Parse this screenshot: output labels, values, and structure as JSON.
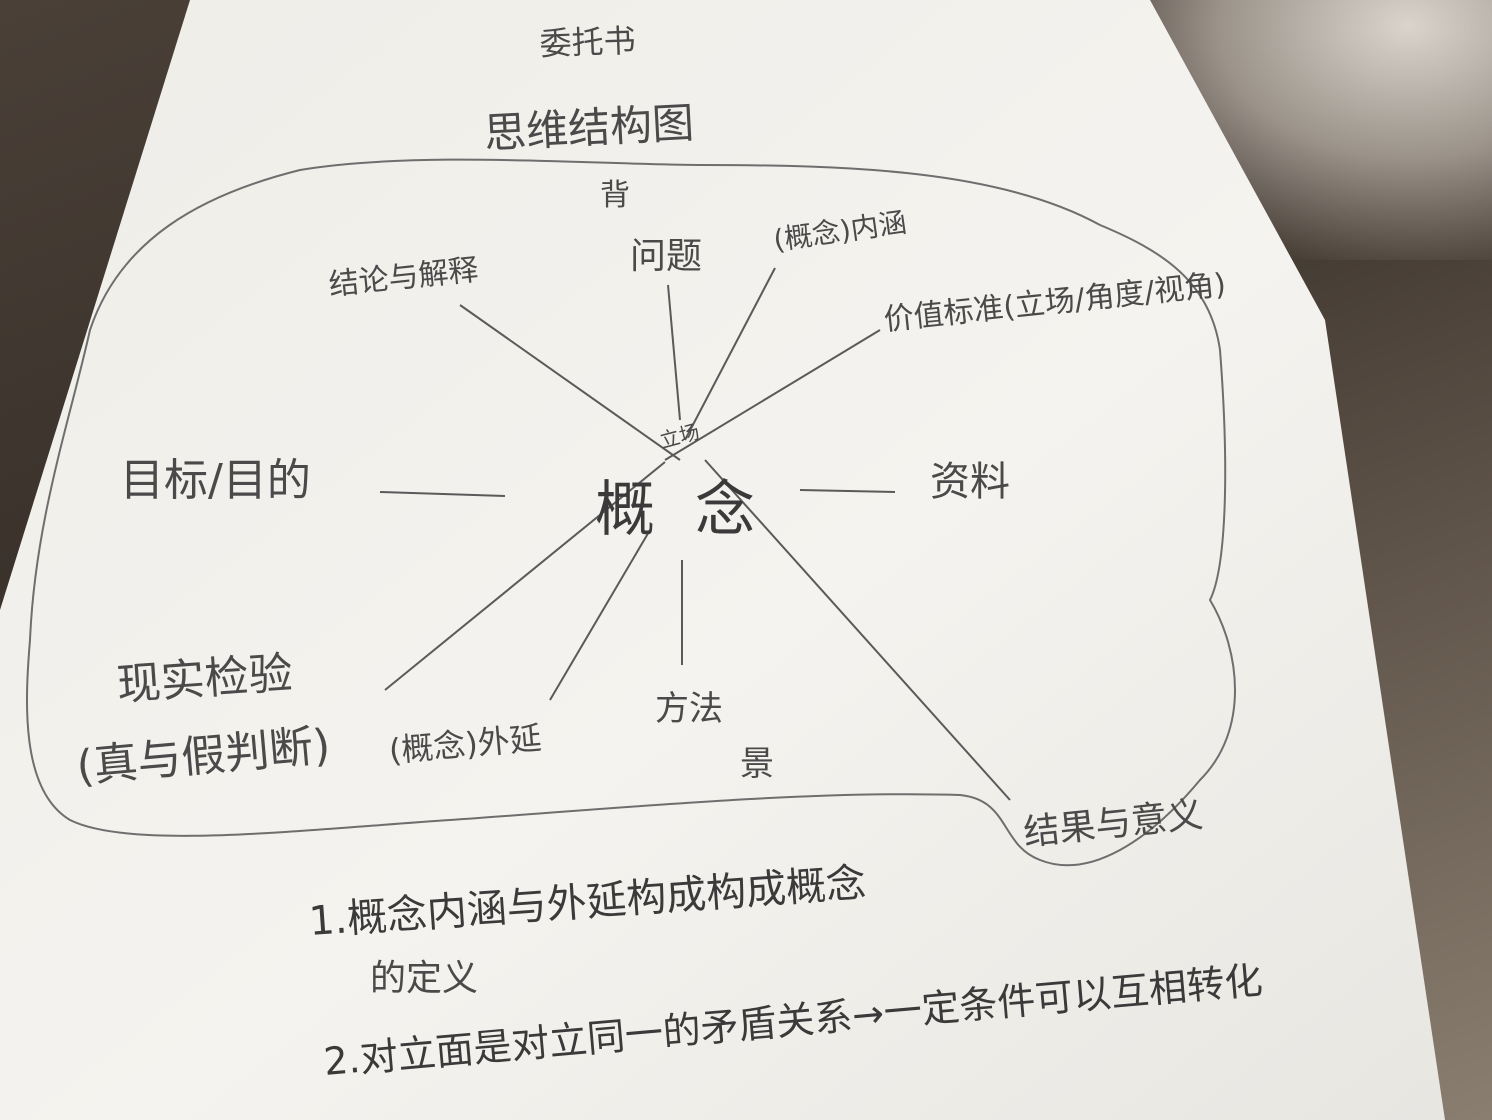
{
  "paper": {
    "title": "委托书",
    "subtitle": "思维结构图"
  },
  "mindmap": {
    "center": "概念",
    "center_small": "立场",
    "nodes": {
      "top": "背",
      "problem": "问题",
      "conclusion": "结论与解释",
      "intension": "(概念)内涵",
      "value": "价值标准(立场/角度/视角)",
      "goal": "目标/目的",
      "material": "资料",
      "reality": "现实检验",
      "truth": "(真与假判断)",
      "extension": "(概念)外延",
      "method": "方法",
      "scene": "景",
      "result": "结果与意义"
    }
  },
  "notes": {
    "line1": "1.概念内涵与外延构成构成概念",
    "line1b": "的定义",
    "line2": "2.对立面是对立同一的矛盾关系→一定条件可以互相转化"
  },
  "colors": {
    "paper": "#f4f2ee",
    "pencil": "#4a4a4a",
    "table": "#3f362f"
  }
}
